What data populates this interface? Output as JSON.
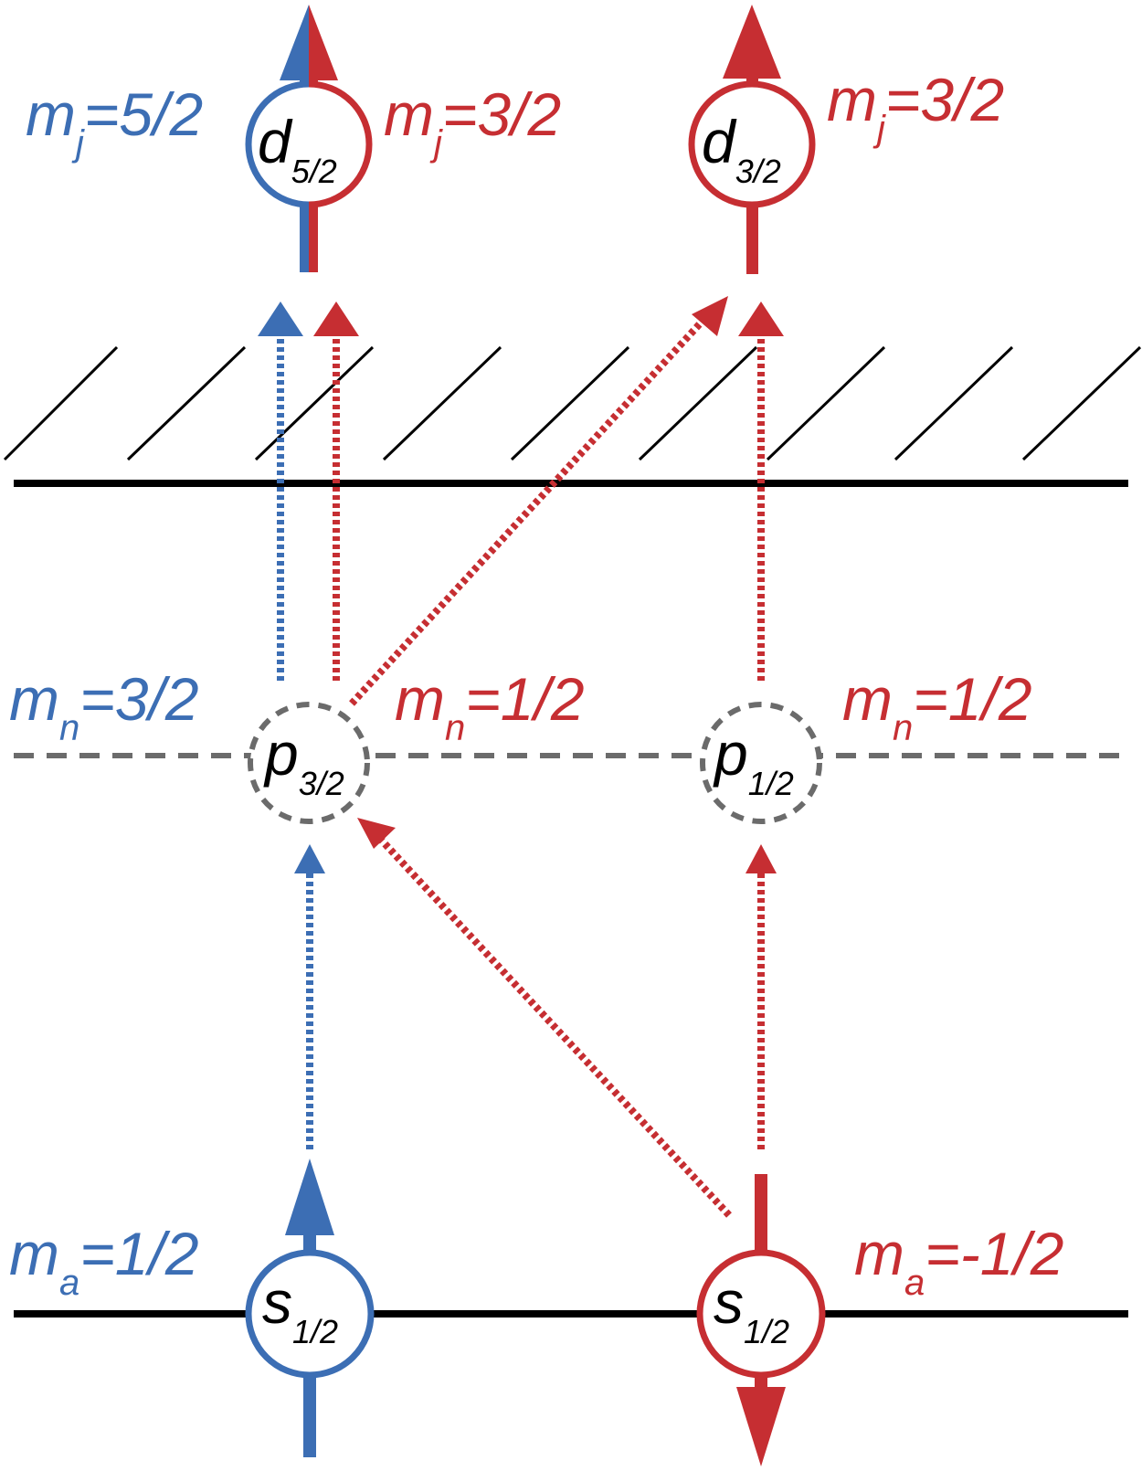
{
  "colors": {
    "blue": "#3c6eb4",
    "red": "#c62e32",
    "black": "#000000",
    "gray": "#6b6b6b"
  },
  "nodes": {
    "d52": {
      "main": "d",
      "sub": "5/2"
    },
    "d32": {
      "main": "d",
      "sub": "3/2"
    },
    "p32": {
      "main": "p",
      "sub": "3/2"
    },
    "p12": {
      "main": "p",
      "sub": "1/2"
    },
    "s12_left": {
      "main": "s",
      "sub": "1/2"
    },
    "s12_right": {
      "main": "s",
      "sub": "1/2"
    }
  },
  "labels": {
    "mj_d52_blue": {
      "main": "m",
      "sub": "j",
      "value": "=5/2"
    },
    "mj_d52_red": {
      "main": "m",
      "sub": "j",
      "value": "=3/2"
    },
    "mj_d32_red": {
      "main": "m",
      "sub": "j",
      "value": "=3/2"
    },
    "mn_p32_blue": {
      "main": "m",
      "sub": "n",
      "value": "=3/2"
    },
    "mn_p32_red": {
      "main": "m",
      "sub": "n",
      "value": "=1/2"
    },
    "mn_p12_red": {
      "main": "m",
      "sub": "n",
      "value": "=1/2"
    },
    "ma_left_blue": {
      "main": "m",
      "sub": "a",
      "value": "=1/2"
    },
    "ma_right_red": {
      "main": "m",
      "sub": "a",
      "value": "=-1/2"
    }
  }
}
